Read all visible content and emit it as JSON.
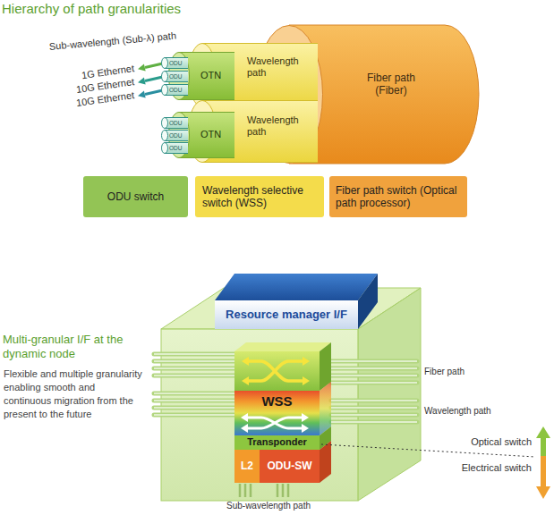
{
  "diagram": {
    "title": "Hierarchy of path granularities",
    "nodes": [
      {
        "text": [
          "Fiber path (Fiber)"
        ]
      },
      {
        "text": [
          "Wavelength path"
        ],
        "in": 0
      },
      {
        "text": [
          "OTN"
        ],
        "in": 1
      },
      {
        "text": [
          "ODU"
        ],
        "in": 2
      },
      {
        "text": [
          "ODU"
        ],
        "in": 2
      },
      {
        "text": [
          "ODU"
        ],
        "in": 2
      },
      {
        "text": [
          "Wavelength path"
        ],
        "in": 0
      },
      {
        "text": [
          "OTN"
        ],
        "in": 6
      },
      {
        "text": [
          "ODU"
        ],
        "in": 7
      },
      {
        "text": [
          "ODU"
        ],
        "in": 7
      },
      {
        "text": [
          "ODU"
        ],
        "in": 7
      },
      {
        "text": [
          "ODU switch"
        ]
      },
      {
        "text": [
          "Wavelength selective switch (WSS)"
        ]
      },
      {
        "text": [
          "Fiber path switch (Optical path processor)"
        ]
      },
      {
        "text": [
          "Resource manager I/F"
        ]
      },
      {
        "text": [
          "WSS"
        ]
      },
      {
        "text": [
          "Transponder"
        ]
      },
      {
        "text": [
          "L2"
        ]
      },
      {
        "text": [
          "ODU-SW"
        ]
      }
    ],
    "labels": [
      "Sub-wavelength (Sub-λ) path",
      "1G Ethernet",
      "10G Ethernet",
      "10G Ethernet",
      "Multi-granular I/F at the dynamic node",
      "Flexible and multiple granularity enabling smooth and continuous migration from the present to the future",
      "Fiber path",
      "Wavelength path",
      "Optical switch",
      "Electrical switch",
      "Sub-wavelength path"
    ]
  }
}
